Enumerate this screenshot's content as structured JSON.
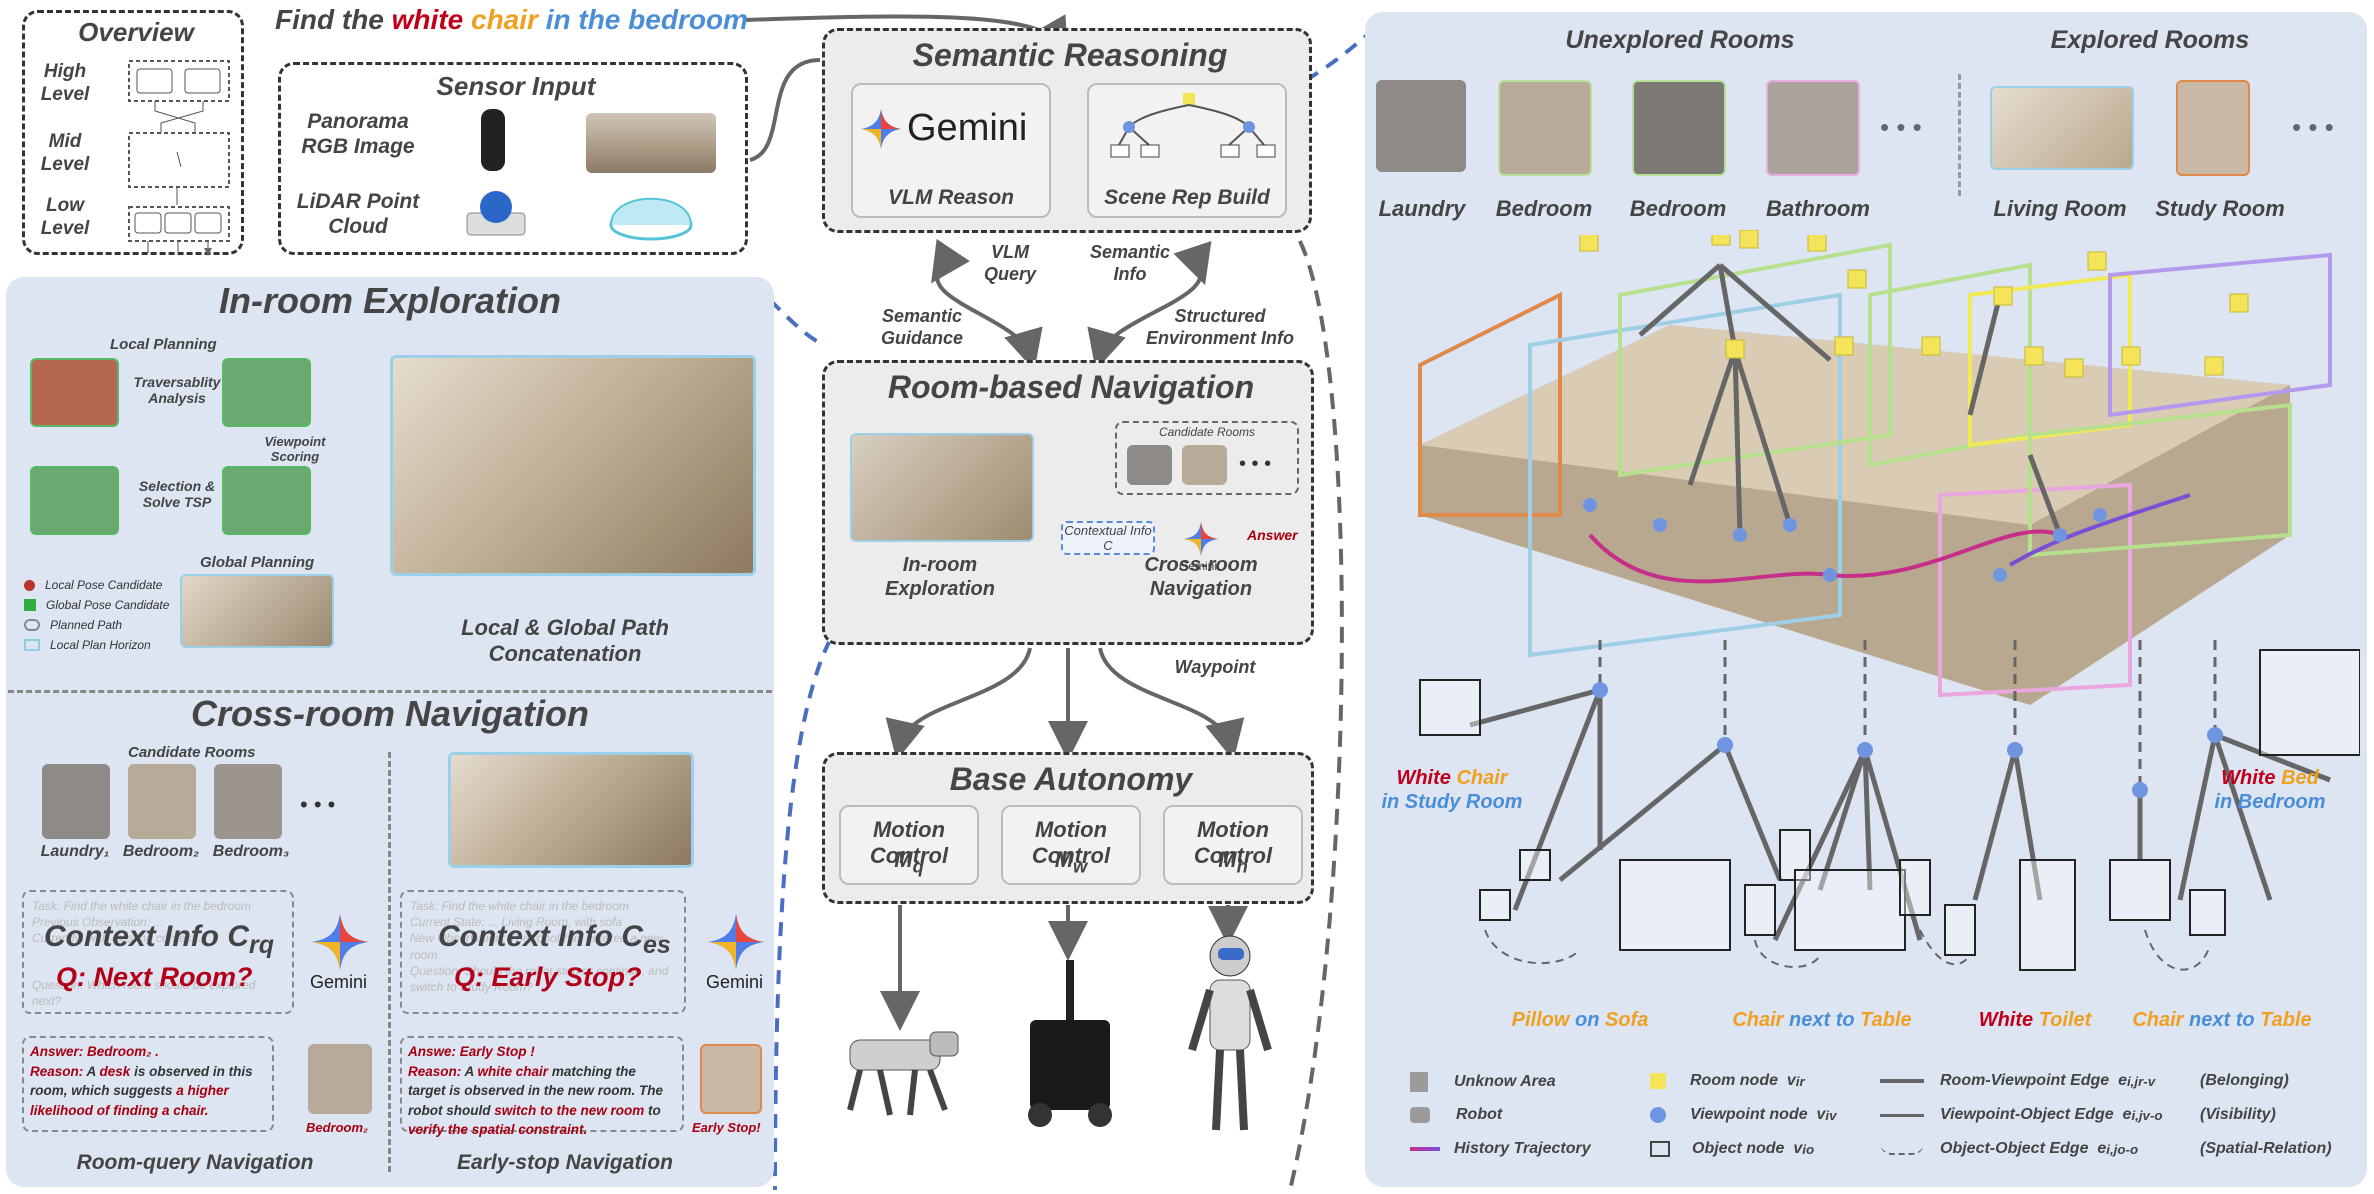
{
  "overview": {
    "title": "Overview",
    "levels": [
      "High Level",
      "Mid Level",
      "Low Level"
    ]
  },
  "task": {
    "prefix": "Find the",
    "word_white": "white",
    "word_chair": "chair",
    "suffix": "in the bedroom"
  },
  "sensor": {
    "title": "Sensor Input",
    "rows": [
      "Panorama RGB Image",
      "LiDAR Point Cloud"
    ]
  },
  "semantic": {
    "title": "Semantic Reasoning",
    "gemini": "Gemini",
    "vlm": "VLM Reason",
    "scene": "Scene Rep Build"
  },
  "flow": {
    "vlm_query": "VLM Query",
    "semantic_info": "Semantic Info",
    "semantic_guidance": "Semantic Guidance",
    "structured_env": "Structured Environment Info",
    "waypoint": "Waypoint"
  },
  "room_nav": {
    "title": "Room-based Navigation",
    "candidate_rooms": "Candidate Rooms",
    "contextual": "Contextual Info C",
    "gemini": "Gemini",
    "answer": "Answer",
    "inroom": "In-room Exploration",
    "crossroom": "Cross-room Navigation"
  },
  "base": {
    "title": "Base Autonomy",
    "motions": [
      {
        "label": "Motion Control",
        "sym": "M",
        "sub": "q"
      },
      {
        "label": "Motion Control",
        "sym": "M",
        "sub": "w"
      },
      {
        "label": "Motion Control",
        "sym": "M",
        "sub": "h"
      }
    ]
  },
  "inroom": {
    "title": "In-room Exploration",
    "local_planning": "Local Planning",
    "traversability": "Traversablity Analysis",
    "viewpoint_scoring": "Viewpoint Scoring",
    "selection": "Selection & Solve TSP",
    "global_planning": "Global Planning",
    "concat": "Local & Global Path Concatenation",
    "legend": [
      "Local Pose Candidate",
      "Global Pose Candidate",
      "Planned Path",
      "Local Plan Horizon"
    ]
  },
  "crossroom": {
    "title": "Cross-room Navigation",
    "candidate_rooms": "Candidate Rooms",
    "rooms": [
      "Laundry₁",
      "Bedroom₂",
      "Bedroom₃"
    ],
    "ctx_left": "Context Info",
    "ctx_left_sym": "C",
    "ctx_left_sub": "rq",
    "q_left": "Q: Next Room?",
    "ctx_right": "Context Info",
    "ctx_right_sym": "C",
    "ctx_right_sub": "es",
    "q_right": "Q: Early Stop?",
    "gemini": "Gemini",
    "faint_left": [
      "Task: Find the white chair in the bedroom",
      "Previous Observation: ...",
      "Currently: with existing context ...",
      "Question: Which room should be explored next?"
    ],
    "faint_right": [
      "Task: Find the white chair in the bedroom",
      "Current State: ... Living Room, with sofa",
      "New Observation: The robot has entered a new room",
      "Question: Should the robot stop or continue, and switch to Study Room?"
    ],
    "answer_left": {
      "head": "Answer: Bedroom₂ .",
      "reason_lead": "Reason:",
      "reason_a": "A",
      "reason_desk": "desk",
      "reason_b": "is observed in this room, which suggests",
      "reason_c": "a higher likelihood of finding a chair."
    },
    "answer_right": {
      "head": "Answe: Early Stop !",
      "reason_lead": "Reason:",
      "reason_a": "A",
      "reason_chair": "white chair",
      "reason_b": "matching the target is observed in the new room. The robot should",
      "reason_c": "switch to the new room",
      "reason_d": "to",
      "reason_e": "verify the spatial constraint."
    },
    "bedroom_label": "Bedroom₂",
    "early_label": "Early Stop!",
    "bottom_left": "Room-query Navigation",
    "bottom_right": "Early-stop Navigation"
  },
  "right": {
    "unexplored": "Unexplored Rooms",
    "explored": "Explored Rooms",
    "rooms_unexplored": [
      "Laundry",
      "Bedroom",
      "Bedroom",
      "Bathroom"
    ],
    "rooms_explored": [
      "Living Room",
      "Study Room"
    ],
    "dots": "• • •",
    "query_left": {
      "w1": "White",
      "w2": "Chair",
      "w3": "in Study Room"
    },
    "query_right": {
      "w1": "White",
      "w2": "Bed",
      "w3": "in Bedroom"
    },
    "objects": [
      {
        "a": "Pillow",
        "b": "on",
        "c": "Sofa"
      },
      {
        "a": "Chair",
        "b": "next to",
        "c": "Table"
      },
      {
        "a": "White",
        "b": "",
        "c": "Toilet"
      },
      {
        "a": "Chair",
        "b": "next to",
        "c": "Table"
      }
    ],
    "legend": {
      "unknown": "Unknow Area",
      "robot": "Robot",
      "history": "History Trajectory",
      "room_node": "Room node",
      "viewpoint_node": "Viewpoint node",
      "object_node": "Object node",
      "rv_edge": "Room-Viewpoint Edge",
      "vo_edge": "Viewpoint-Object Edge",
      "oo_edge": "Object-Object Edge",
      "belonging": "(Belonging)",
      "visibility": "(Visibility)",
      "spatial": "(Spatial-Relation)"
    }
  },
  "colors": {
    "panel": "#dde4f2",
    "red": "#c0001b",
    "orange": "#f0a020",
    "blue": "#4a8ed8",
    "yellow_node": "#f3e45a",
    "blue_node": "#6f95e0"
  }
}
